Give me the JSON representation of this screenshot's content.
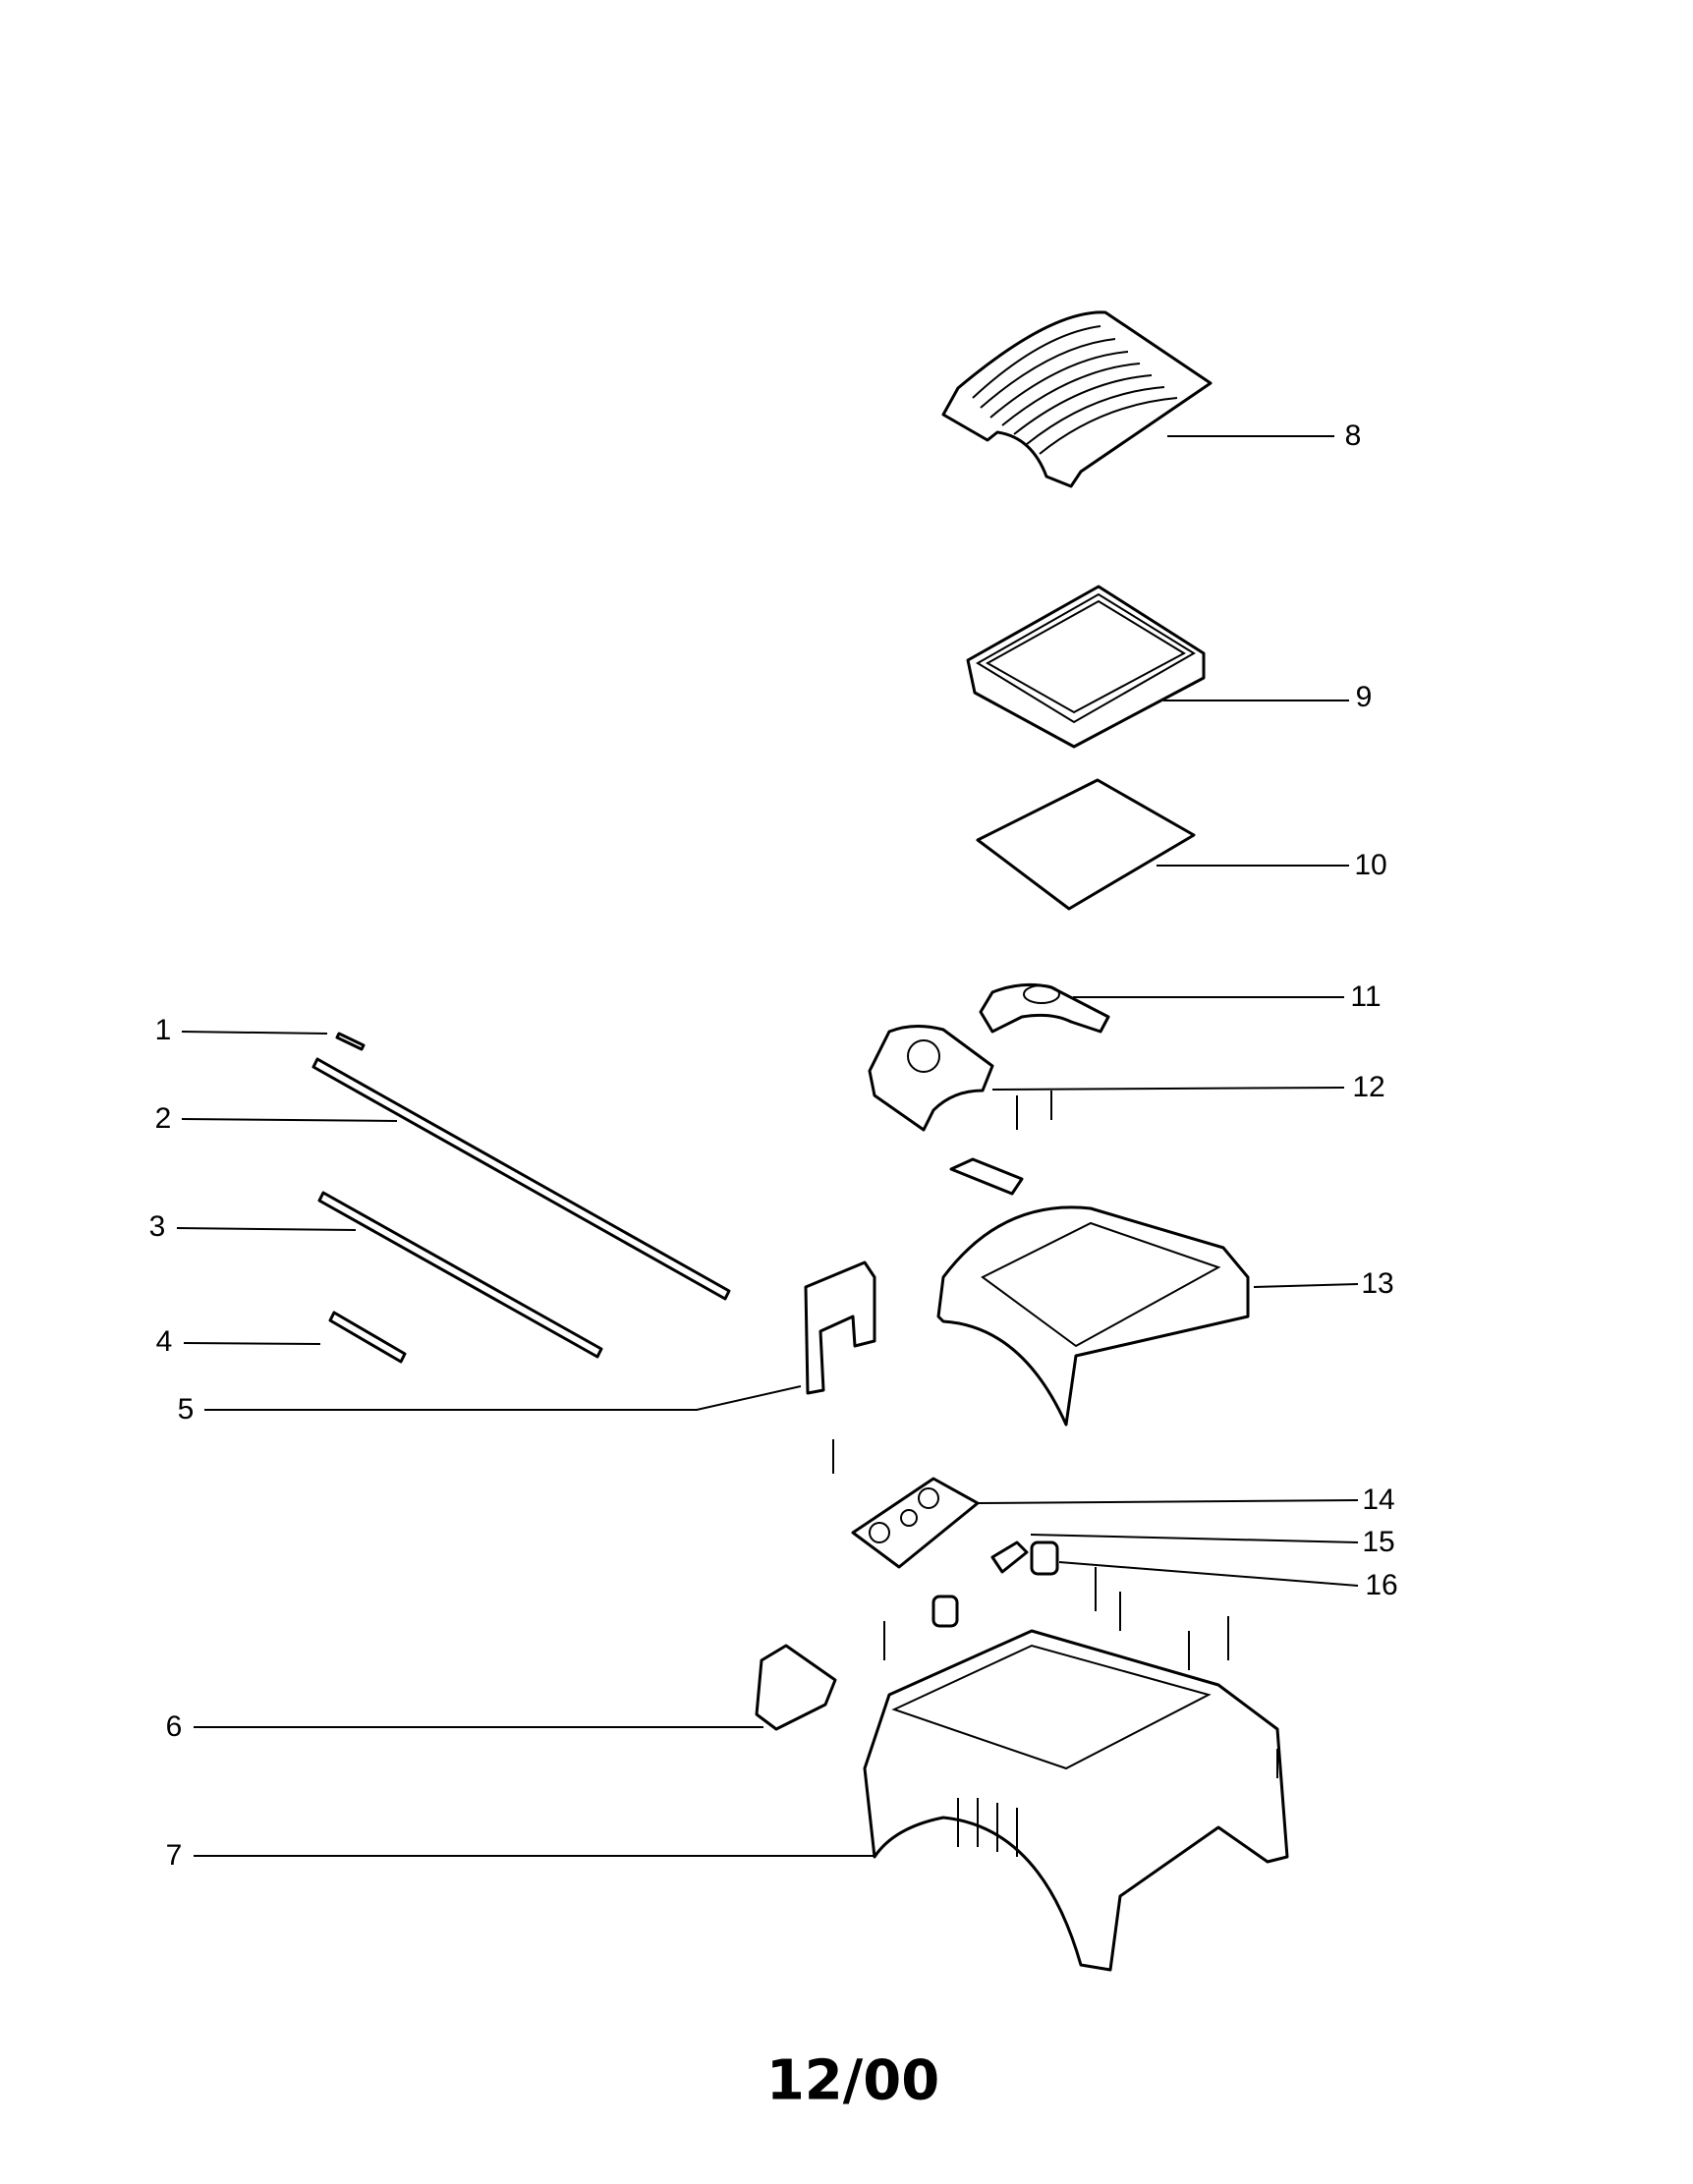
{
  "diagram": {
    "parts": [
      {
        "number": "1"
      },
      {
        "number": "2"
      },
      {
        "number": "3"
      },
      {
        "number": "4"
      },
      {
        "number": "5"
      },
      {
        "number": "6"
      },
      {
        "number": "7"
      },
      {
        "number": "8"
      },
      {
        "number": "9"
      },
      {
        "number": "10"
      },
      {
        "number": "11"
      },
      {
        "number": "12"
      },
      {
        "number": "13"
      },
      {
        "number": "14"
      },
      {
        "number": "15"
      },
      {
        "number": "16"
      }
    ],
    "footer_code": "12/00"
  }
}
